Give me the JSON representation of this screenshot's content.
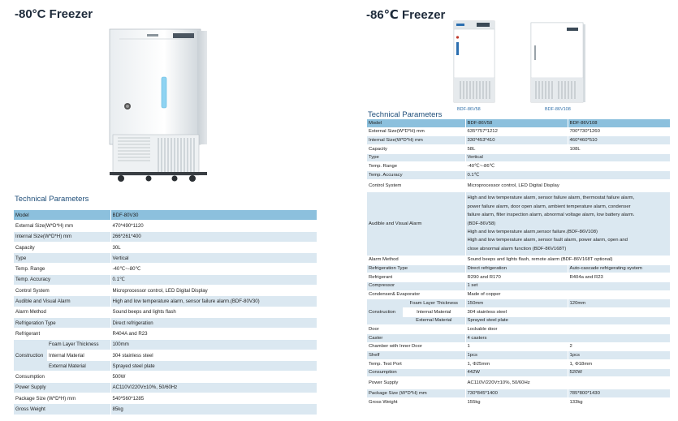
{
  "left": {
    "title": "-80°C  Freezer",
    "tech_title": "Technical Parameters",
    "rows": [
      [
        "Model",
        "BDF-80V30"
      ],
      [
        "External Size(W*D*H) mm",
        "470*490*1120"
      ],
      [
        "Internal Size(W*D*H) mm",
        "266*261*400"
      ],
      [
        "Capacity",
        "30L"
      ],
      [
        "Type",
        "Vertical"
      ],
      [
        "Temp. Range",
        "-40℃~-80℃"
      ],
      [
        "Temp. Accuracy",
        "0.1℃"
      ],
      [
        "Control System",
        "Microprocessor control, LED Digital Display"
      ],
      [
        "Audible and Visual Alarm",
        "High and low temperature alarm, sensor failure alarm.(BDF-80V30)"
      ],
      [
        "Alarm Method",
        "Sound beeps and lights flash"
      ],
      [
        "Refrigeration Type",
        "Direct refrigeration"
      ],
      [
        "Refrigerant",
        "R404A and R23"
      ]
    ],
    "construction_label": "Construction",
    "construction_rows": [
      [
        "Foam Layer Thickness",
        "100mm"
      ],
      [
        "Internal Material",
        "304 stainless steel"
      ],
      [
        "External Material",
        "Sprayed steel plate"
      ]
    ],
    "rows2": [
      [
        "Consumption",
        "500W"
      ],
      [
        "Power Supply",
        "AC110V/220V±10%, 50/60Hz"
      ],
      [
        "Package Size (W*D*H) mm",
        "540*560*1285"
      ],
      [
        "Gross Weight",
        "85kg"
      ]
    ]
  },
  "right": {
    "title": "-86℃ Freezer",
    "tech_title": "Technical Parameters",
    "caption1": "BDF-86V58",
    "caption2": "BDF-86V108",
    "model": [
      "Model",
      "BDF-86V58",
      "BDF-86V108"
    ],
    "ext": [
      "External Size(W*D*H) mm",
      "635*757*1212",
      "700*730*1260"
    ],
    "int": [
      "Internal Size(W*D*H) mm",
      "330*453*410",
      "460*460*510"
    ],
    "capacity": [
      "Capacity",
      "58L",
      "108L"
    ],
    "type": [
      "Type",
      "Vertical"
    ],
    "range": [
      "Temp. Range",
      "-40℃~-86℃"
    ],
    "accuracy": [
      "Temp. Accuracy",
      "0.1℃"
    ],
    "control": [
      "Control System",
      "Microprocessor control, LED Digital Display"
    ],
    "alarm_label": "Audible and Visual Alarm",
    "alarm_lines": [
      "High and low temperature alarm, sensor failure alarm, thermostat failure alarm,",
      "power failure alarm, door open alarm, ambient temperature alarm, condenser",
      "failure alarm, filter inspection alarm, abnormal voltage alarm, low battery alarm.",
      "(BDF-86V58)",
      "High and low temperature alarm,sensor failure.(BDF-86V108)",
      "High and low temperature alarm, sensor fault alarm, power alarm, open and",
      "close abnormal alarm function (BDF-86V168T)"
    ],
    "alarm_method": [
      "Alarm Method",
      "Sound beeps and lights flash, remote alarm (BDF-86V168T optional)"
    ],
    "refrig_type": [
      "Refrigeration Type",
      "Direct refrigeration",
      "Auto-cascade refrigerating system"
    ],
    "refrigerant": [
      "Refrigerant",
      "R290 and R170",
      "R404a and R23"
    ],
    "compressor": [
      "Compressor",
      "1 set"
    ],
    "condenser": [
      "Condenser& Evaporator",
      "Made of copper"
    ],
    "construction_label": "Construction",
    "construction_rows": [
      [
        "Foam Layer Thickness",
        "150mm",
        "120mm"
      ],
      [
        "Internal Material",
        "304 stainless steel"
      ],
      [
        "External Material",
        "Sprayed steel plate"
      ]
    ],
    "door": [
      "Door",
      "Lockable door"
    ],
    "caster": [
      "Caster",
      "4 casters"
    ],
    "chamber": [
      "Chamber with Inner Door",
      "1",
      "2"
    ],
    "shelf": [
      "Shelf",
      "1pcs",
      "1pcs"
    ],
    "test_port": [
      "Temp. Test Port",
      "1, Φ25mm",
      "1, Φ18mm"
    ],
    "consumption": [
      "Consumption",
      "442W",
      "520W"
    ],
    "power": [
      "Power Supply",
      "AC110V/220V±10%, 50/60Hz"
    ],
    "package": [
      "Package Size (W*D*H) mm",
      "730*845*1400",
      "785*800*1430"
    ],
    "weight": [
      "Gross Weight",
      "155kg",
      "133kg"
    ]
  },
  "colors": {
    "header": "#8cc0dd",
    "stripe": "#dbe8f1",
    "title": "#1d2a3a",
    "accent": "#2f6fa8"
  }
}
